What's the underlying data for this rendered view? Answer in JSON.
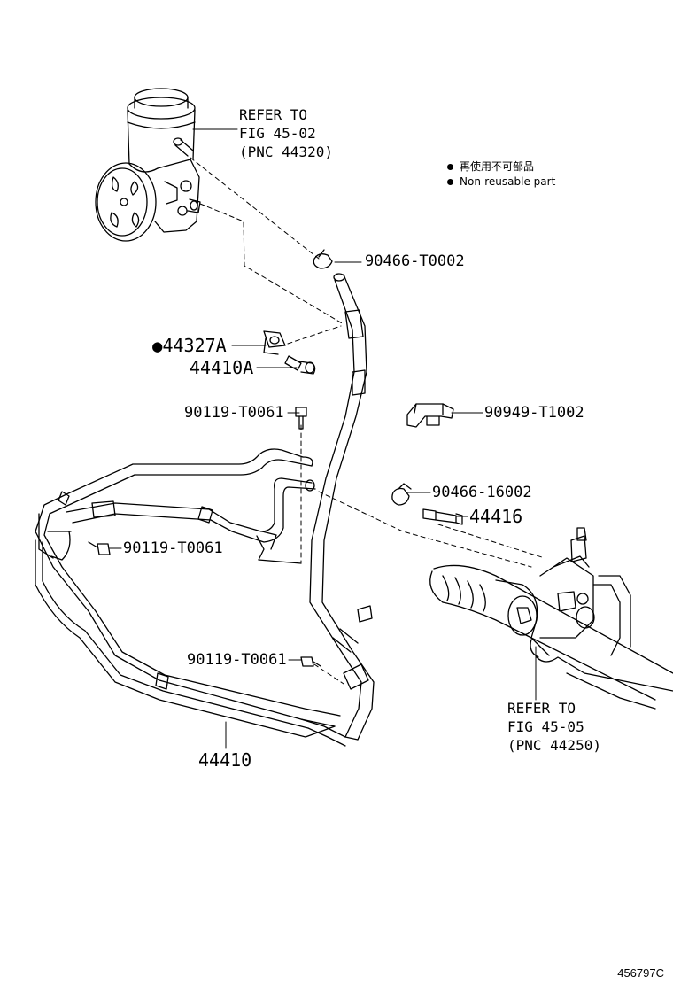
{
  "legend": {
    "items": [
      {
        "mark": "●",
        "text": "再使用不可部品"
      },
      {
        "mark": "●",
        "text": "Non-reusable part"
      }
    ]
  },
  "references": {
    "pump": {
      "line1": "REFER TO",
      "line2": "FIG 45-02",
      "line3": "(PNC 44320)"
    },
    "gear": {
      "line1": "REFER TO",
      "line2": "FIG 45-05",
      "line3": "(PNC 44250)"
    }
  },
  "parts": {
    "p90466_T0002": "90466-T0002",
    "p44327A_mark": "●",
    "p44327A": "44327A",
    "p44410A": "44410A",
    "p90119_T0061_top": "90119-T0061",
    "p90949_T1002": "90949-T1002",
    "p90466_16002": "90466-16002",
    "p44416": "44416",
    "p90119_T0061_left": "90119-T0061",
    "p90119_T0061_bottom": "90119-T0061",
    "p44410": "44410"
  },
  "diagram_code": "456797C"
}
